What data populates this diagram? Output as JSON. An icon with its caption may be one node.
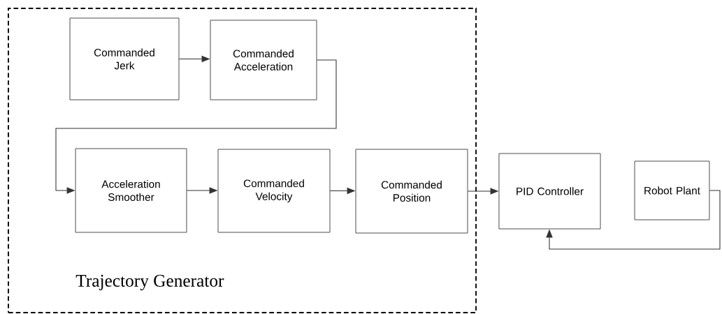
{
  "diagram": {
    "nodes": [
      {
        "text": [
          "Trajectory Generator"
        ]
      },
      {
        "text": [
          "Commanded Jerk"
        ],
        "in": 0
      },
      {
        "text": [
          "Commanded Acceleration"
        ],
        "in": 0
      },
      {
        "text": [
          "Acceleration Smoother"
        ],
        "in": 0
      },
      {
        "text": [
          "Commanded Velocity"
        ],
        "in": 0
      },
      {
        "text": [
          "Commanded Position"
        ],
        "in": 0
      },
      {
        "text": [
          "PID Controller"
        ]
      },
      {
        "text": [
          "Robot Plant"
        ]
      }
    ],
    "edges": [
      {
        "from": 1,
        "to": 2,
        "arrow": "to"
      },
      {
        "from": 2,
        "to": 3,
        "arrow": "to"
      },
      {
        "from": 3,
        "to": 4,
        "arrow": "to"
      },
      {
        "from": 4,
        "to": 5,
        "arrow": "to"
      },
      {
        "from": 5,
        "to": 6,
        "arrow": "to"
      },
      {
        "from": 7,
        "to": 6,
        "arrow": "to"
      }
    ]
  }
}
